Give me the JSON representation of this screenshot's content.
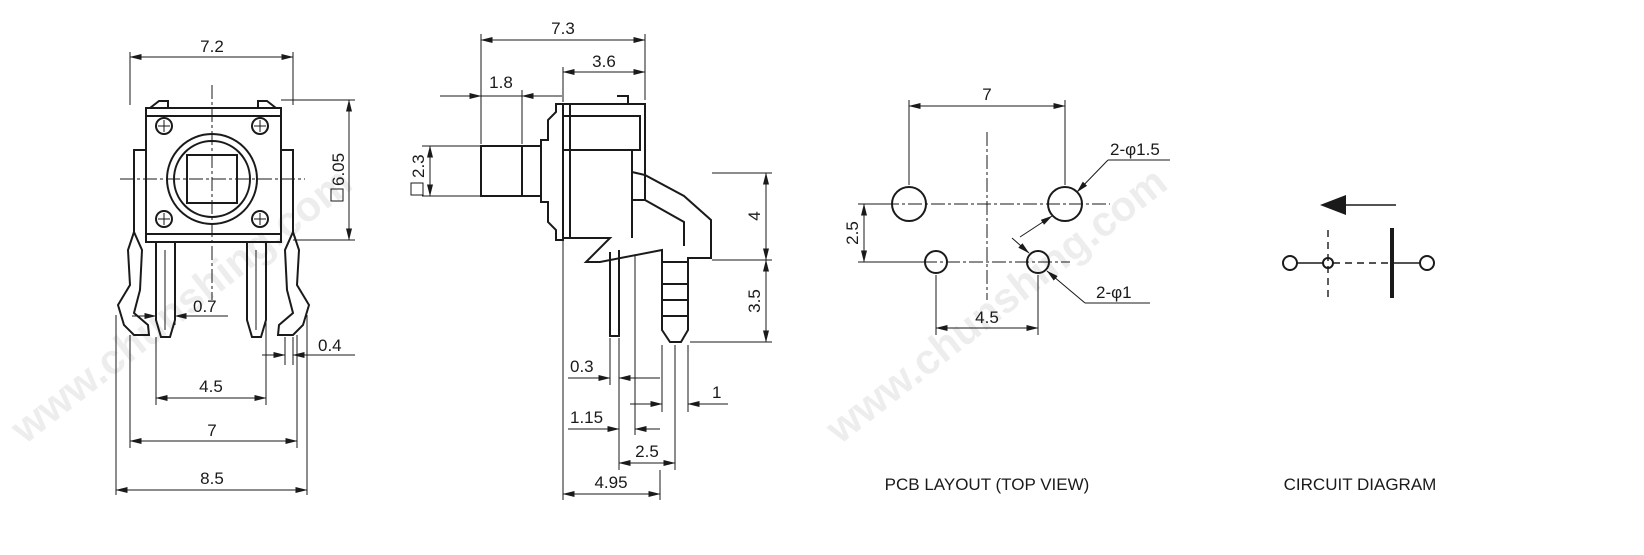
{
  "front_view": {
    "dims": {
      "top_width": "7.2",
      "height": "6.05",
      "pin_width": "0.7",
      "pin_pitch": "4.5",
      "lead_thickness": "0.4",
      "row_pitch": "7",
      "overall_width": "8.5"
    }
  },
  "side_view": {
    "dims": {
      "overall_depth": "7.3",
      "body_depth": "3.6",
      "plunger_length": "1.8",
      "plunger_size": "2.3",
      "plunger_height": "4",
      "lead_length": "3.5",
      "lead_thickness": "0.3",
      "lead_width": "1",
      "lead_offset": "1.15",
      "lead_pitch": "2.5",
      "lead_span": "4.95"
    },
    "square_symbol": "□"
  },
  "pcb_layout": {
    "title": "PCB LAYOUT (TOP VIEW)",
    "dims": {
      "row_pitch": "7",
      "row_offset": "2.5",
      "pin_pitch": "4.5",
      "large_holes": "2-φ1.5",
      "small_holes": "2-φ1"
    }
  },
  "circuit": {
    "title": "CIRCUIT DIAGRAM"
  },
  "watermark": {
    "text": "www.chunshing.com"
  },
  "colors": {
    "ink": "#1a1a1a",
    "background": "#ffffff"
  }
}
